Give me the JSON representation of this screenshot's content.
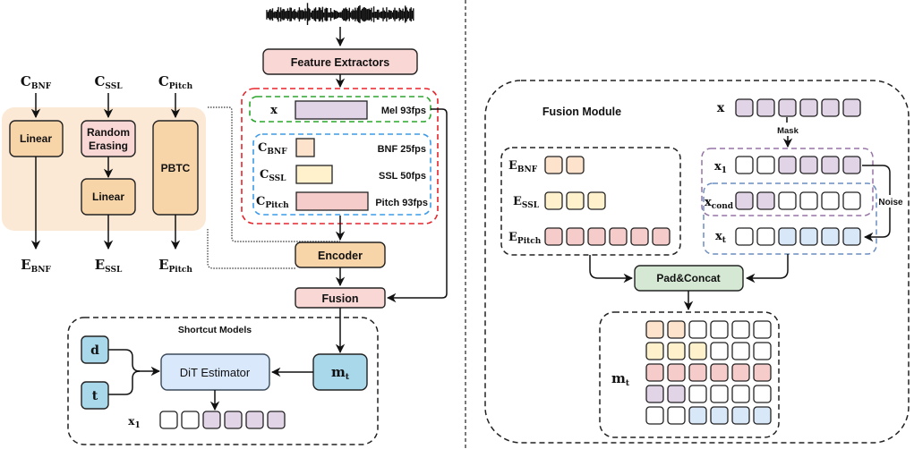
{
  "colors": {
    "orange_panel": "#fbe9d6",
    "orange_box": "#f8d5a8",
    "pink_box": "#f8d7d4",
    "bnf_cell": "#fde3cc",
    "ssl_cell": "#fff1cc",
    "pitch_cell": "#f6cccb",
    "mel_cell": "#e1d4e7",
    "noise_cell": "#d9e8f8",
    "blue_box": "#a9d8ea",
    "dit_box": "#dae8fc",
    "green_box": "#d5e8d4",
    "red_dash": "#e8232a",
    "green_dash": "#2aa52a",
    "blue_dash": "#3c9be8",
    "purple_dash": "#9673a6",
    "steel_dash": "#6c8ebf"
  },
  "left": {
    "inputs": [
      {
        "main": "C",
        "sub": "BNF"
      },
      {
        "main": "C",
        "sub": "SSL"
      },
      {
        "main": "C",
        "sub": "Pitch"
      }
    ],
    "outputs": [
      {
        "main": "E",
        "sub": "BNF"
      },
      {
        "main": "E",
        "sub": "SSL"
      },
      {
        "main": "E",
        "sub": "Pitch"
      }
    ],
    "blocks": {
      "linear_bnf": "Linear",
      "random_erasing_1": "Random",
      "random_erasing_2": "Erasing",
      "linear_ssl": "Linear",
      "pbtc": "PBTC"
    }
  },
  "center": {
    "feature_extractors": "Feature Extractors",
    "mel": {
      "var": "x",
      "label": "Mel 93fps"
    },
    "conds": [
      {
        "main": "C",
        "sub": "BNF",
        "label": "BNF 25fps"
      },
      {
        "main": "C",
        "sub": "SSL",
        "label": "SSL 50fps"
      },
      {
        "main": "C",
        "sub": "Pitch",
        "label": "Pitch 93fps"
      }
    ],
    "encoder": "Encoder",
    "fusion": "Fusion",
    "shortcut": {
      "title": "Shortcut Models",
      "d": "d",
      "t": "t",
      "dit": "DiT Estimator",
      "mt_main": "m",
      "mt_sub": "t",
      "x1_main": "x",
      "x1_sub": "1"
    }
  },
  "right": {
    "title": "Fusion Module",
    "e_rows": [
      {
        "main": "E",
        "sub": "BNF",
        "cells": 2
      },
      {
        "main": "E",
        "sub": "SSL",
        "cells": 3
      },
      {
        "main": "E",
        "sub": "Pitch",
        "cells": 6
      }
    ],
    "x_main": "x",
    "mask": "Mask",
    "x1": {
      "main": "x",
      "sub": "1"
    },
    "xcond": {
      "main": "x",
      "sub": "cond"
    },
    "xt": {
      "main": "x",
      "sub": "t"
    },
    "noise": "Noise",
    "pad_concat": "Pad&Concat",
    "mt": {
      "main": "m",
      "sub": "t"
    }
  }
}
